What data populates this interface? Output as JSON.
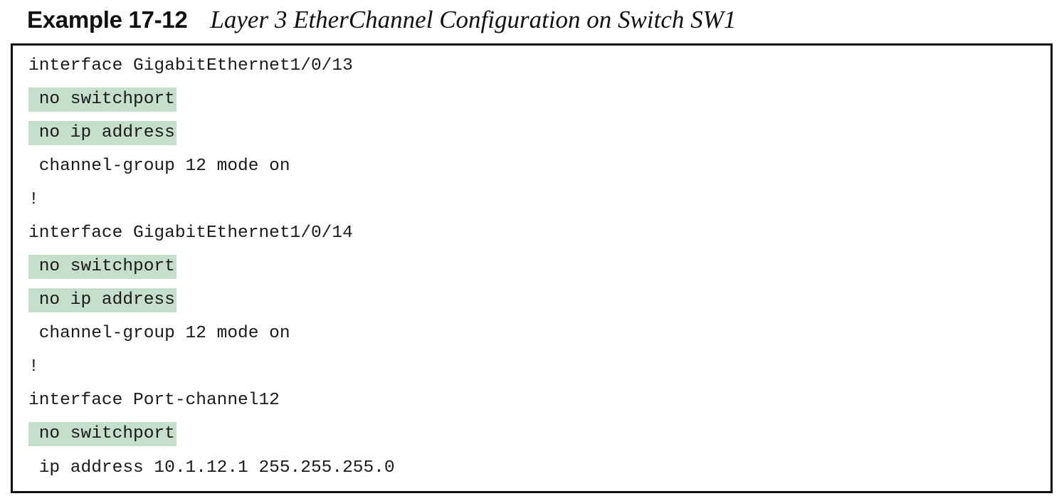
{
  "caption": {
    "label": "Example 17-12",
    "title": "Layer 3 EtherChannel Configuration on Switch SW1"
  },
  "code": {
    "highlight_color": "#c5dfca",
    "lines": [
      {
        "text": "interface GigabitEthernet1/0/13",
        "highlighted": false
      },
      {
        "text": " no switchport",
        "highlighted": true
      },
      {
        "text": " no ip address",
        "highlighted": true
      },
      {
        "text": " channel-group 12 mode on",
        "highlighted": false
      },
      {
        "text": "!",
        "highlighted": false
      },
      {
        "text": "interface GigabitEthernet1/0/14",
        "highlighted": false
      },
      {
        "text": " no switchport",
        "highlighted": true
      },
      {
        "text": " no ip address",
        "highlighted": true
      },
      {
        "text": " channel-group 12 mode on",
        "highlighted": false
      },
      {
        "text": "!",
        "highlighted": false
      },
      {
        "text": "interface Port-channel12",
        "highlighted": false
      },
      {
        "text": " no switchport",
        "highlighted": true
      },
      {
        "text": " ip address 10.1.12.1 255.255.255.0",
        "highlighted": false
      }
    ]
  }
}
